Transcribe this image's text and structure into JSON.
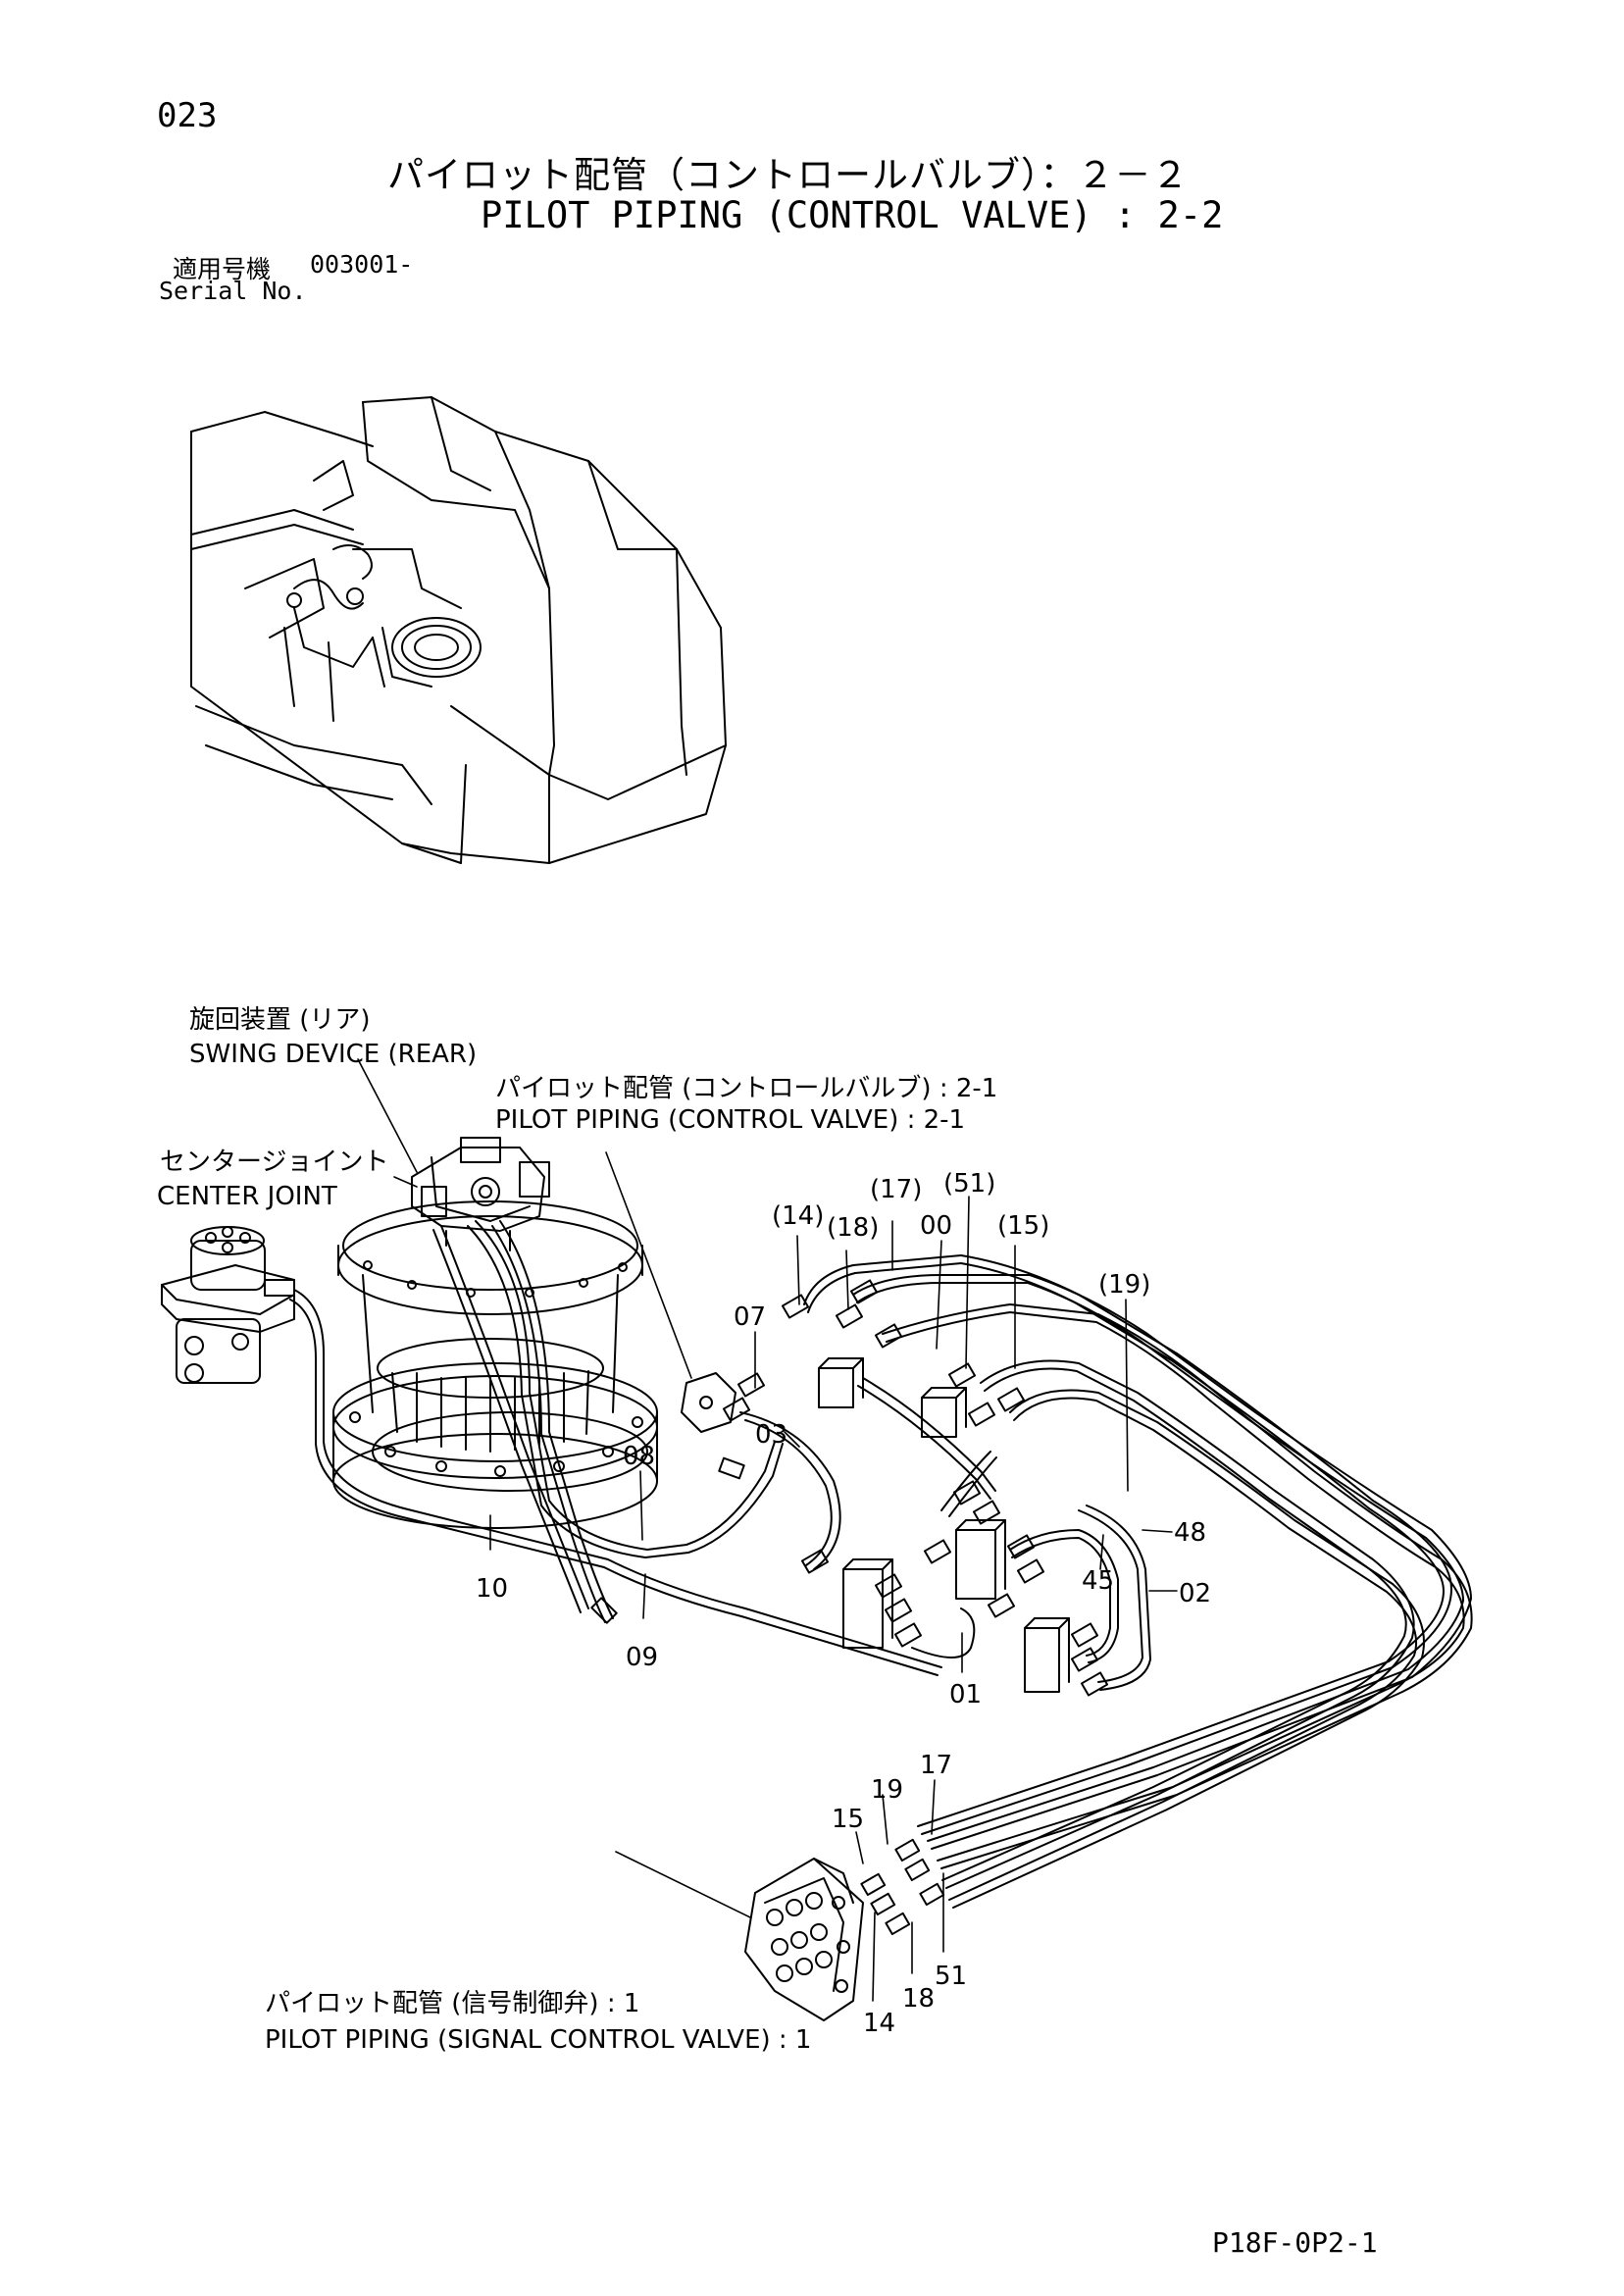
{
  "header": {
    "page_number": "023",
    "title_jp": "パイロット配管（コントロールバルブ）：２－２",
    "title_en": "PILOT PIPING (CONTROL VALVE) : 2-2",
    "serial_label_jp": "適用号機",
    "serial_value": "003001-",
    "serial_label_en": "Serial No."
  },
  "callouts": {
    "swing_device_jp": "旋回装置 (リア)",
    "swing_device_en": "SWING DEVICE (REAR)",
    "pilot_cv_jp": "パイロット配管 (コントロールバルブ) : 2-1",
    "pilot_cv_en": "PILOT PIPING (CONTROL VALVE) : 2-1",
    "center_joint_jp": "センタージョイント",
    "center_joint_en": "CENTER JOINT",
    "pilot_scv_jp": "パイロット配管 (信号制御弁) : 1",
    "pilot_scv_en": "PILOT PIPING (SIGNAL CONTROL VALVE) : 1"
  },
  "part_numbers": {
    "p14a": "(14)",
    "p18a": "(18)",
    "p17a": "(17)",
    "p51a": "(51)",
    "p00": "00",
    "p15a": "(15)",
    "p19a": "(19)",
    "p07": "07",
    "p03": "03",
    "p08": "08",
    "p10": "10",
    "p09": "09",
    "p48": "48",
    "p45": "45",
    "p02": "02",
    "p01": "01",
    "p17b": "17",
    "p19b": "19",
    "p15b": "15",
    "p51b": "51",
    "p18b": "18",
    "p14b": "14"
  },
  "footer": {
    "drawing_code": "P18F-0P2-1"
  }
}
